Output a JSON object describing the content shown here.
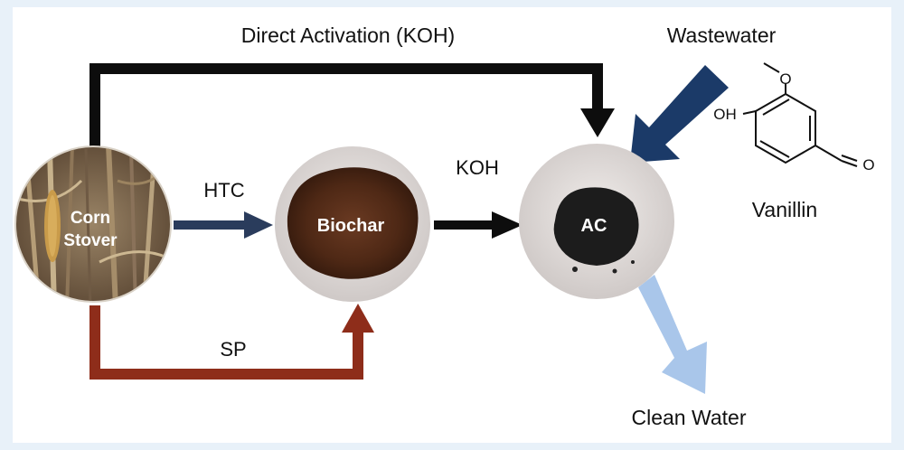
{
  "labels": {
    "direct_activation": "Direct Activation (KOH)",
    "wastewater": "Wastewater",
    "htc": "HTC",
    "koh": "KOH",
    "sp": "SP",
    "clean_water": "Clean Water",
    "vanillin": "Vanillin"
  },
  "nodes": {
    "corn_stover_line1": "Corn",
    "corn_stover_line2": "Stover",
    "biochar": "Biochar",
    "ac": "AC"
  },
  "molecule": {
    "oh": "OH",
    "o_methoxy": "O",
    "o_aldehyde": "O"
  },
  "colors": {
    "background": "#e8f1f9",
    "black_arrow": "#0d0d0d",
    "htc_arrow": "#2a3c5c",
    "sp_arrow": "#8e2d1a",
    "wastewater_arrow": "#1b3a68",
    "clean_water_arrow": "#a9c6ea",
    "biochar": "#5a2f1a",
    "ac": "#1c1c1c"
  },
  "icons": [
    "corn-stover-photo",
    "biochar-powder-photo",
    "activated-carbon-photo",
    "vanillin-structure"
  ]
}
